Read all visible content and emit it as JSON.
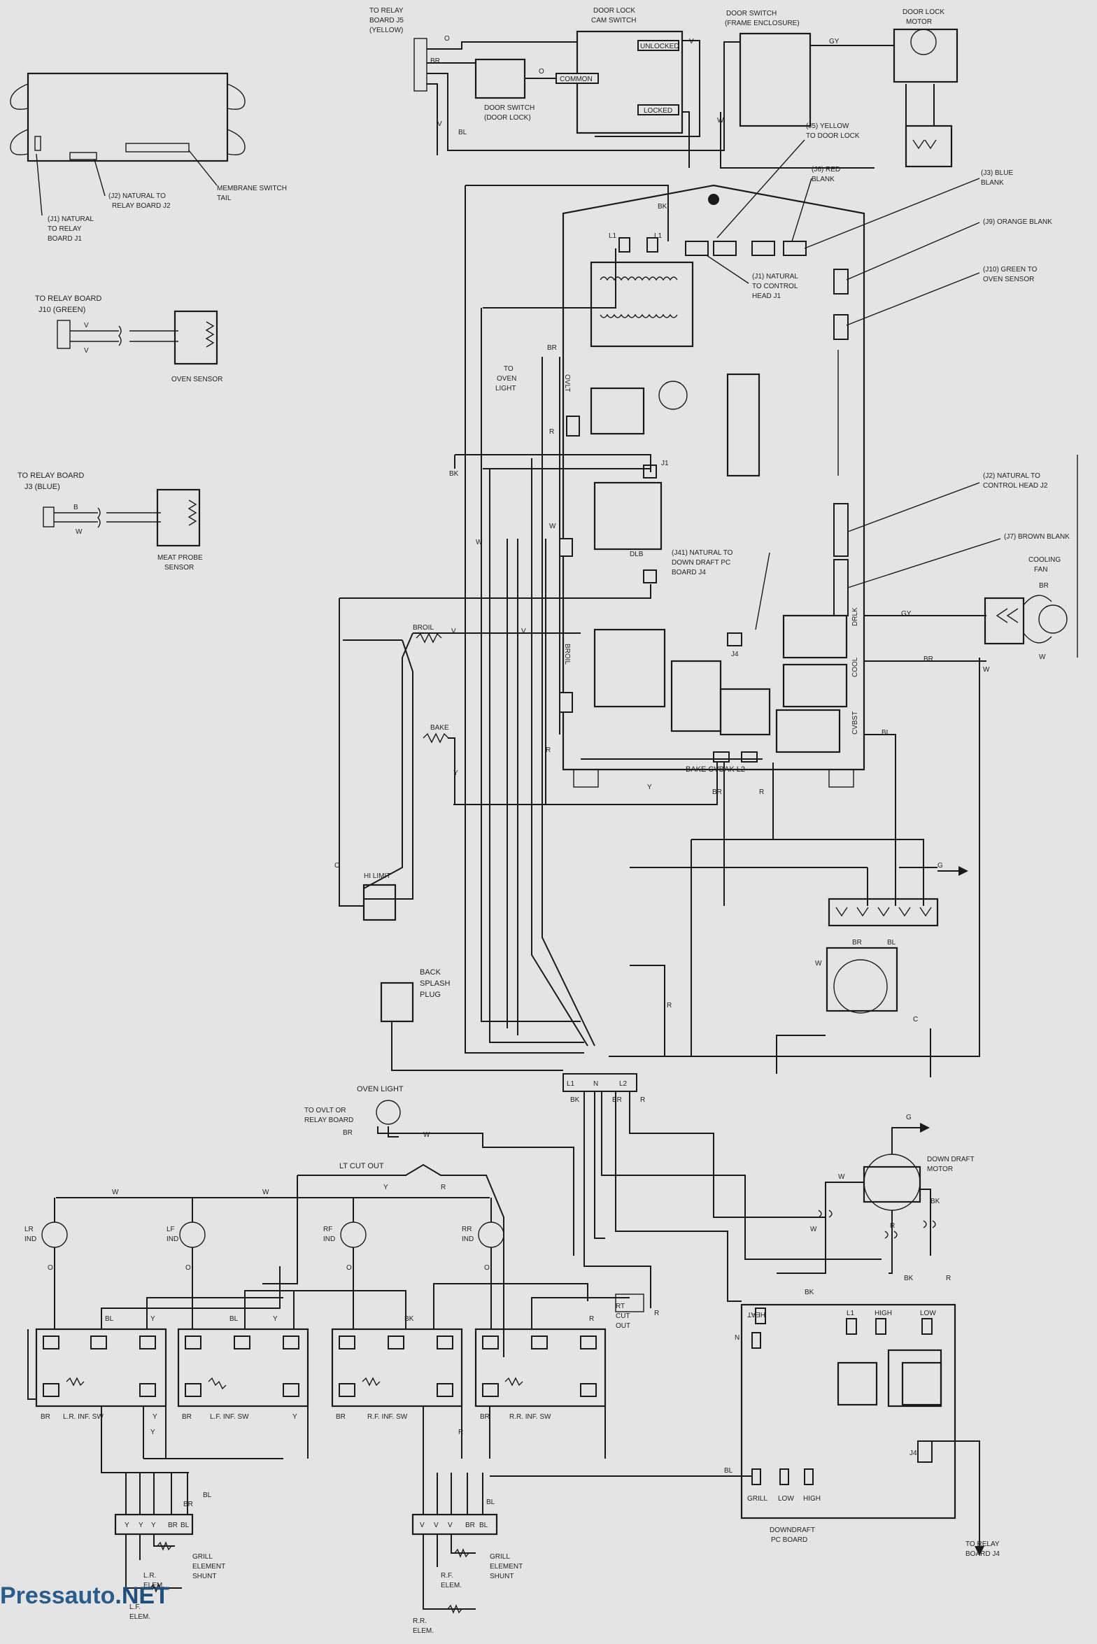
{
  "labels": {
    "relay_j5": [
      "TO RELAY",
      "BOARD J5",
      "(YELLOW)"
    ],
    "door_lock_cam": [
      "DOOR LOCK",
      "CAM SWITCH"
    ],
    "unlocked": "UNLOCKED",
    "common": "COMMON",
    "locked": "LOCKED",
    "door_switch_lock": [
      "DOOR SWITCH",
      "(DOOR LOCK)"
    ],
    "door_switch_frame": [
      "DOOR SWITCH",
      "(FRAME ENCLOSURE)"
    ],
    "door_lock_motor": [
      "DOOR LOCK",
      "MOTOR"
    ],
    "j2_natural": [
      "(J2) NATURAL TO",
      "RELAY BOARD J2"
    ],
    "membrane": [
      "MEMBRANE SWITCH",
      "TAIL"
    ],
    "j1_natural": [
      "(J1) NATURAL",
      "TO RELAY",
      "BOARD J1"
    ],
    "relay_j10": [
      "TO RELAY BOARD",
      "J10 (GREEN)"
    ],
    "oven_sensor": "OVEN SENSOR",
    "relay_j3": [
      "TO RELAY BOARD",
      "J3 (BLUE)"
    ],
    "meat_probe": [
      "MEAT PROBE",
      "SENSOR"
    ],
    "j5_yellow": [
      "(J5) YELLOW",
      "TO DOOR LOCK"
    ],
    "j6_red": [
      "(J6) RED",
      "BLANK"
    ],
    "j3_blue": [
      "(J3) BLUE",
      "BLANK"
    ],
    "j9_orange": "(J9) ORANGE BLANK",
    "j10_green": [
      "(J10) GREEN TO",
      "OVEN SENSOR"
    ],
    "j1_control": [
      "(J1) NATURAL",
      "TO CONTROL",
      "HEAD J1"
    ],
    "to_oven_light": [
      "TO",
      "OVEN",
      "LIGHT"
    ],
    "j2_control": [
      "(J2) NATURAL TO",
      "CONTROL HEAD J2"
    ],
    "j7_brown": "(J7) BROWN BLANK",
    "j41": [
      "(J41) NATURAL TO",
      "DOWN DRAFT PC",
      "BOARD J4"
    ],
    "cooling_fan": [
      "COOLING",
      "FAN"
    ],
    "broil": "BROIL",
    "bake": "BAKE",
    "hi_limit": "HI LIMIT",
    "bake_cvbak": "BAKE CVBAK L2",
    "back_splash": [
      "BACK",
      "SPLASH",
      "PLUG"
    ],
    "oven_light": "OVEN LIGHT",
    "to_ovlt": [
      "TO OVLT OR",
      "RELAY BOARD"
    ],
    "lt_cut_out": "LT CUT OUT",
    "down_draft": [
      "DOWN DRAFT",
      "MOTOR"
    ],
    "lr_ind": [
      "LR",
      "IND"
    ],
    "lf_ind": [
      "LF",
      "IND"
    ],
    "rf_ind": [
      "RF",
      "IND"
    ],
    "rr_ind": [
      "RR",
      "IND"
    ],
    "rt_cut_out": [
      "RT",
      "CUT",
      "OUT"
    ],
    "lr_sw": "L.R. INF. SW",
    "lf_sw": "L.F. INF. SW",
    "rf_sw": "R.F. INF. SW",
    "rr_sw": "R.R. INF. SW",
    "downdraft_pc": [
      "DOWNDRAFT",
      "PC BOARD"
    ],
    "to_relay_j4": [
      "TO RELAY",
      "BOARD J4"
    ],
    "grill_shunt": [
      "GRILL",
      "ELEMENT",
      "SHUNT"
    ],
    "lr_elem": [
      "L.R.",
      "ELEM."
    ],
    "lf_elem": [
      "L.F.",
      "ELEM."
    ],
    "rf_elem": [
      "R.F.",
      "ELEM."
    ],
    "rr_elem": [
      "R.R.",
      "ELEM."
    ],
    "grill": "GRILL",
    "low": "LOW",
    "high": "HIGH",
    "j4": "J4",
    "j1": "J1",
    "ovlt": "OVLT",
    "dlb": "DLB",
    "drlk": "DRLK",
    "cool": "COOL",
    "cvbst": "CVBST",
    "l1": "L1",
    "l2": "L2",
    "n": "N",
    "heat": "HEAT",
    "high_board": "HIGH",
    "low_board": "LOW",
    "g": "G"
  },
  "wire_codes": {
    "o": "O",
    "v": "V",
    "br": "BR",
    "w": "W",
    "bl": "BL",
    "gy": "GY",
    "bk": "BK",
    "r": "R",
    "y": "Y",
    "b": "B",
    "c": "C"
  },
  "watermark": {
    "main": "Pressauto",
    "suffix": ".NET"
  }
}
